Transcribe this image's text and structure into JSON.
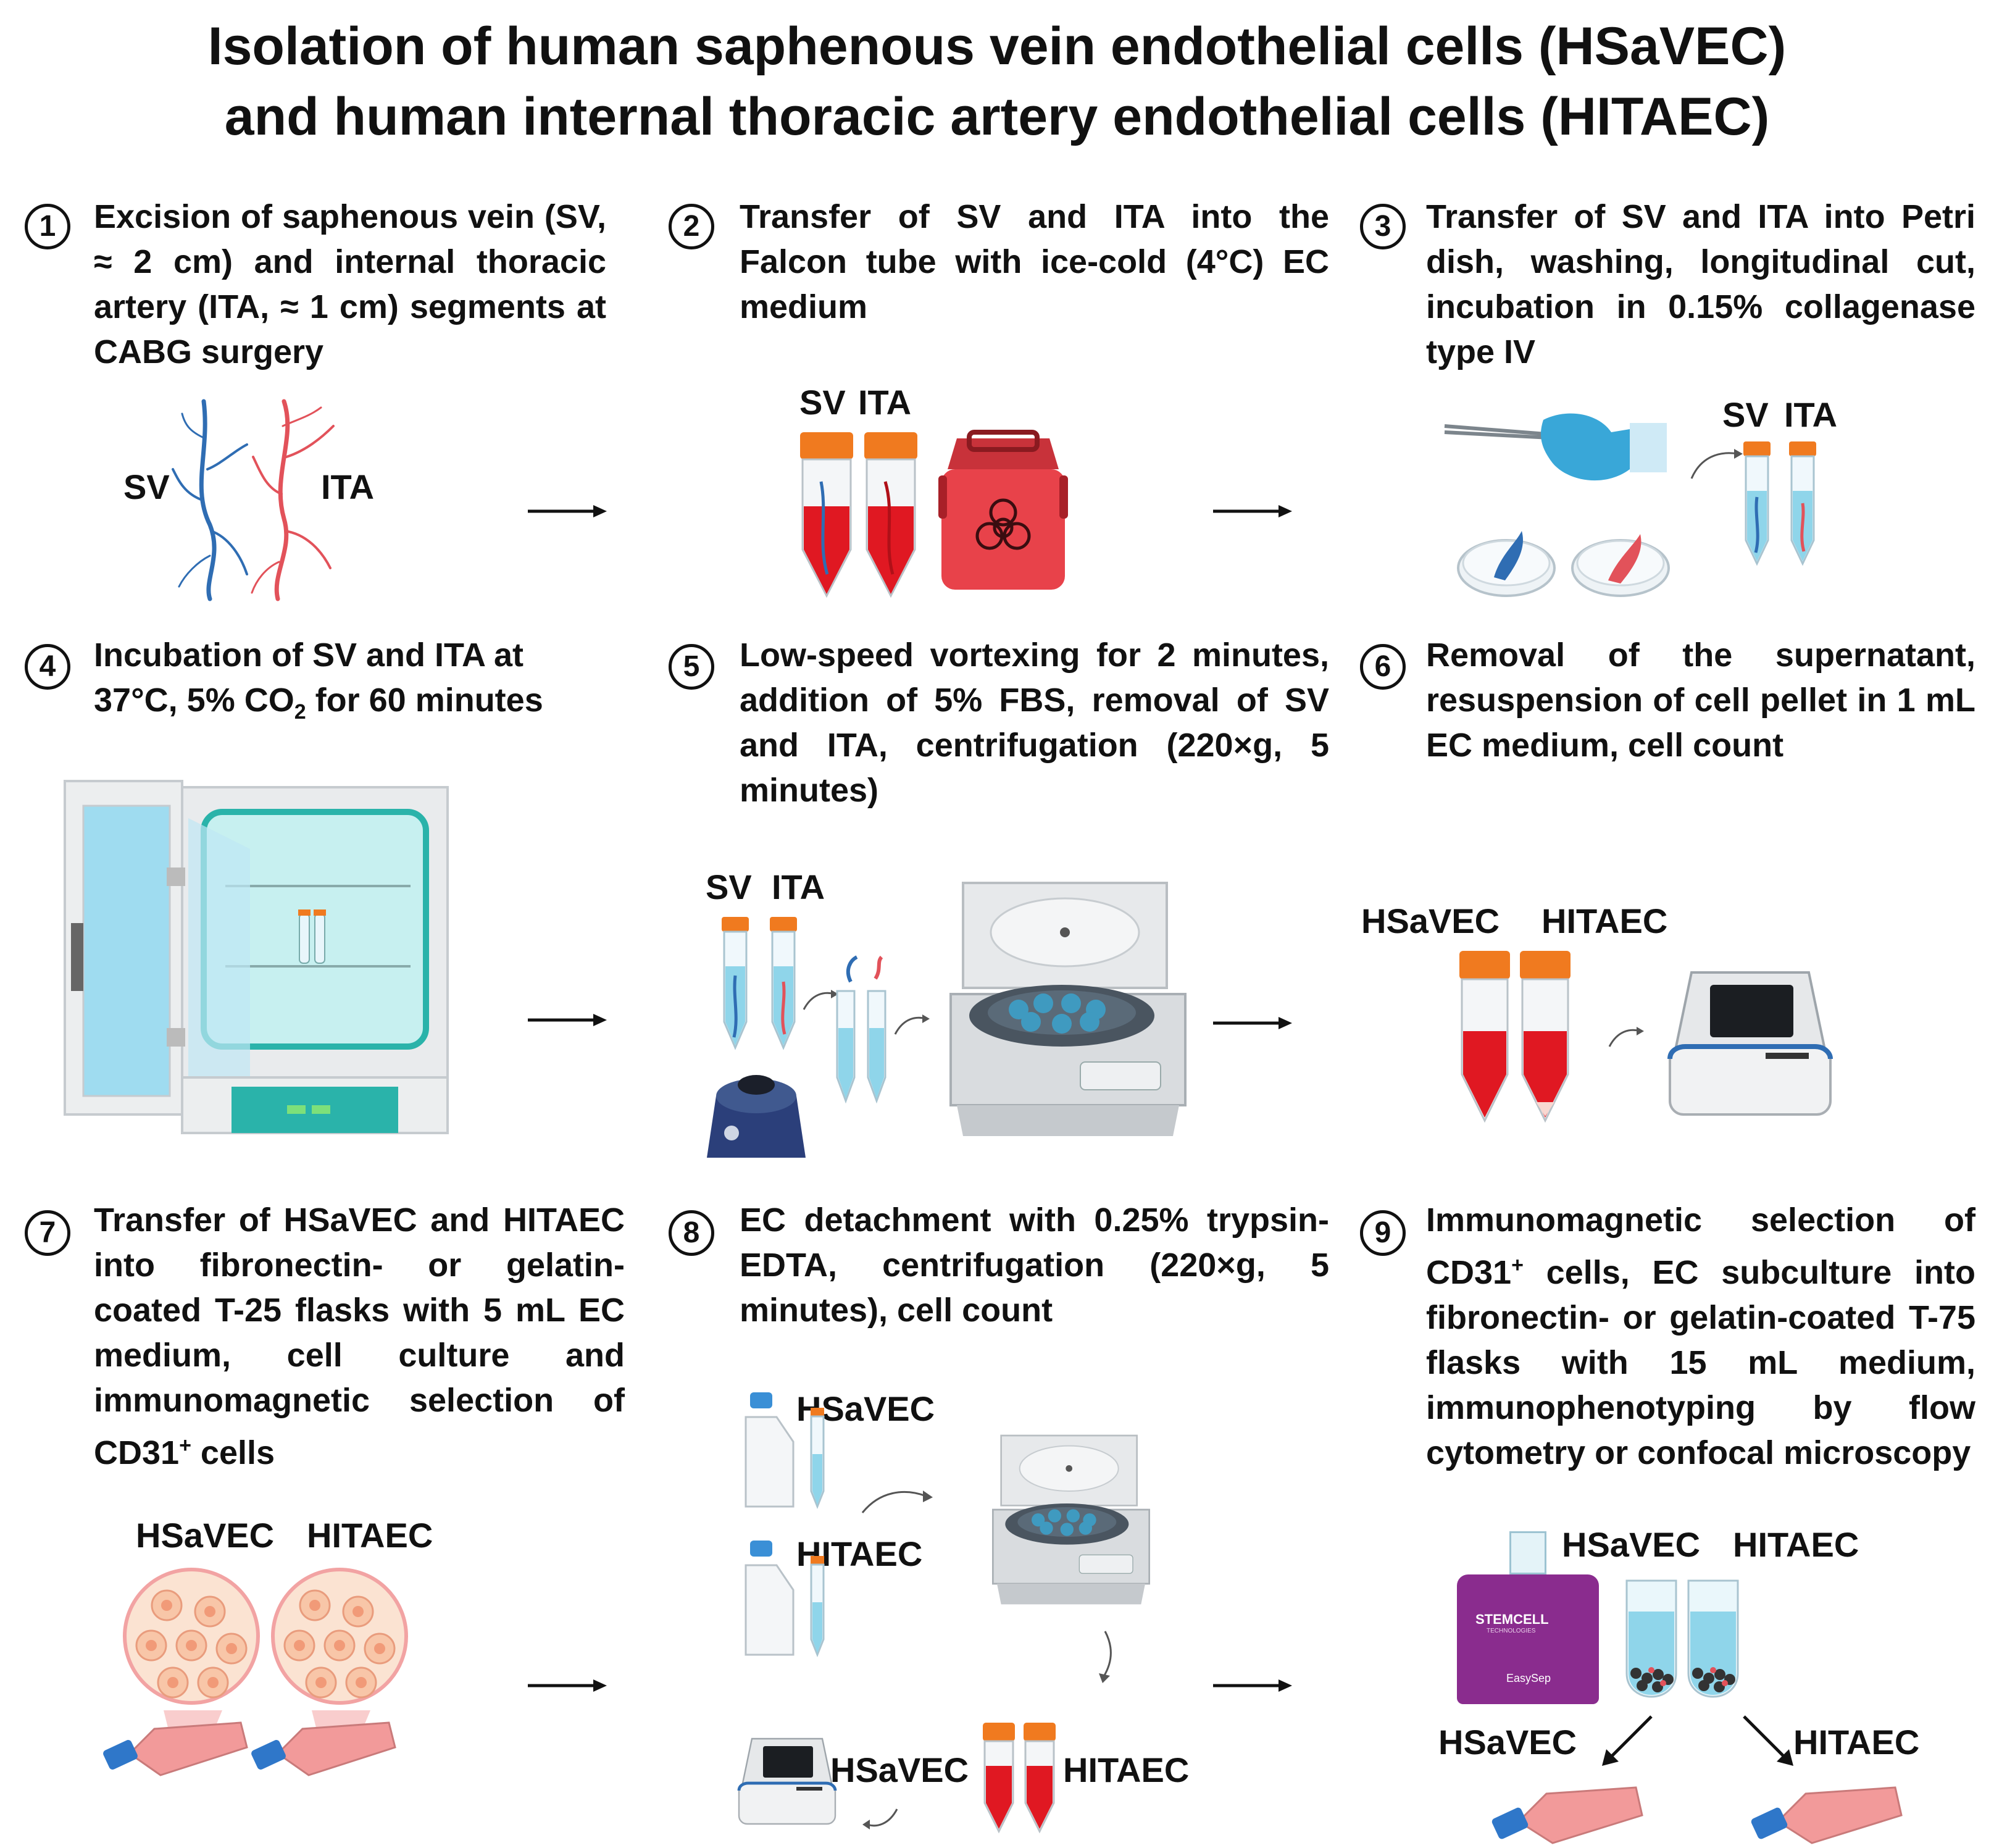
{
  "title": {
    "line1": "Isolation of human saphenous vein endothelial cells (HSaVEC)",
    "line2": "and human internal thoracic artery endothelial cells (HITAEC)"
  },
  "steps": [
    {
      "num": "1",
      "text": "Excision of saphenous vein (SV, ≈ 2 cm) and internal thoracic artery (ITA, ≈ 1 cm) segments at CABG surgery"
    },
    {
      "num": "2",
      "text": "Transfer of SV and ITA into the Falcon tube with ice-cold (4°C) EC medium"
    },
    {
      "num": "3",
      "text": "Transfer of SV and ITA into Petri dish, washing, longitudinal cut, incubation in 0.15% collagenase type IV"
    },
    {
      "num": "4",
      "text_before": "Incubation of SV and ITA at 37°C, 5% CO",
      "text_sub": "2",
      "text_after": " for 60 minutes"
    },
    {
      "num": "5",
      "text": "Low-speed vortexing for 2 minutes, addition of 5% FBS, removal of SV and ITA, centrifugation (220×g, 5 minutes)"
    },
    {
      "num": "6",
      "text": "Removal of the supernatant, resuspension of cell pellet in 1 mL EC medium, cell count"
    },
    {
      "num": "7",
      "text_before": "Transfer of HSaVEC and HITAEC into fibronectin- or gelatin-coated T-25 flasks with 5 mL EC medium, cell culture and immunomagnetic selection of CD31",
      "text_sup": "+",
      "text_after": " cells"
    },
    {
      "num": "8",
      "text": "EC detachment with 0.25% trypsin-EDTA, centrifugation (220×g, 5 minutes), cell count"
    },
    {
      "num": "9",
      "text_before": "Immunomagnetic selection of CD31",
      "text_sup": "+",
      "text_after": " cells, EC subculture into fibronectin- or gelatin-coated T-75 flasks with 15 mL medium, immunophenotyping by flow cytometry or confocal microscopy"
    }
  ],
  "labels": {
    "sv": "SV",
    "ita": "ITA",
    "hsavec": "HSaVEC",
    "hitaec": "HITAEC",
    "brand": "STEMCELL",
    "brand_sub": "TECHNOLOGIES",
    "device": "EasySep"
  },
  "colors": {
    "vein": "#2f6db3",
    "artery": "#e2525a",
    "tube_cap": "#f07a1f",
    "medium_red": "#e01822",
    "tube_blue": "#8fd5ea",
    "cooler": "#e8424a",
    "incubator_teal": "#2ab3aa",
    "easysep_purple": "#8a2c8e",
    "glove": "#39a7d8",
    "flask_pink": "#f29a9a",
    "cell_outer": "#f8c6a8",
    "cell_inner": "#f19a78"
  },
  "icons": [
    "vessel-icon",
    "falcon-tube-icon",
    "biohazard-cooler-icon",
    "forceps-icon",
    "gloved-hand-icon",
    "petri-dish-icon",
    "incubator-icon",
    "vortex-mixer-icon",
    "centrifuge-icon",
    "cell-counter-icon",
    "culture-flask-icon",
    "magnifier-cells-icon",
    "easysep-magnet-icon",
    "arrow-icon"
  ]
}
